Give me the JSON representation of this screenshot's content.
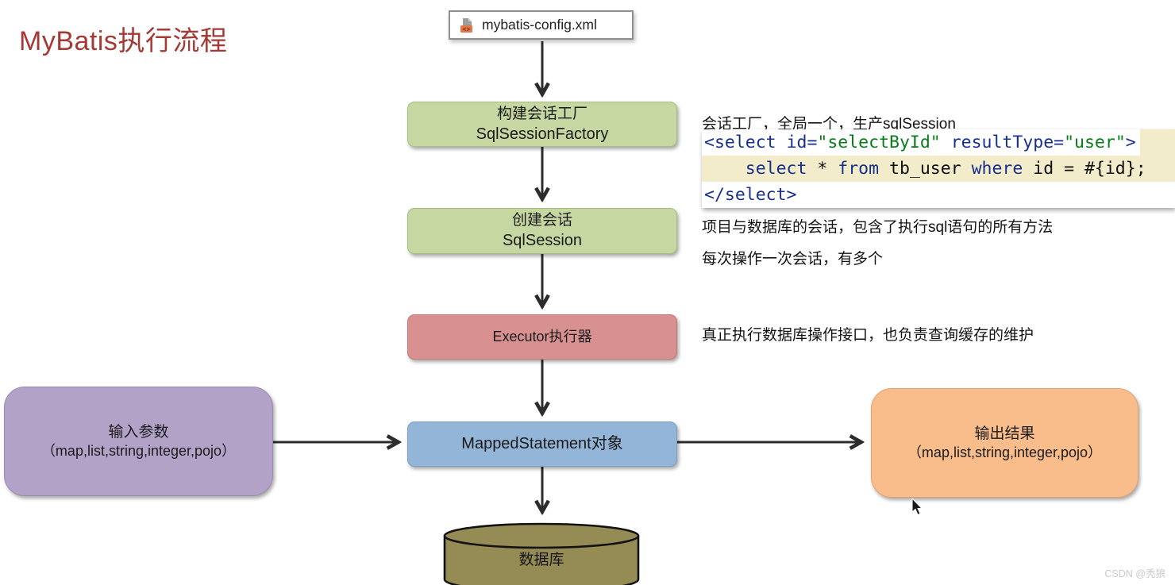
{
  "title": "MyBatis执行流程",
  "watermark": "CSDN @秃狼",
  "config_box": {
    "label": "mybatis-config.xml",
    "icon": "xml-file-icon"
  },
  "steps": {
    "factory": {
      "title": "构建会话工厂",
      "subtitle": "SqlSessionFactory"
    },
    "session": {
      "title": "创建会话",
      "subtitle": "SqlSession"
    },
    "executor": {
      "title": "Executor执行器"
    },
    "mapped": {
      "title": "MappedStatement对象"
    }
  },
  "input_box": {
    "title": "输入参数",
    "subtitle": "（map,list,string,integer,pojo）"
  },
  "output_box": {
    "title": "输出结果",
    "subtitle": "（map,list,string,integer,pojo）"
  },
  "database": {
    "label": "数据库"
  },
  "annotations": {
    "factory": "会话工厂，全局一个，生产sqlSession",
    "session1": "项目与数据库的会话，包含了执行sql语句的所有方法",
    "session2": "每次操作一次会话，有多个",
    "executor": "真正执行数据库操作接口，也负责查询缓存的维护"
  },
  "code": {
    "l1t1": "<select ",
    "l1t2": "id=",
    "l1t3": "\"selectById\"",
    "l1t4": " resultType=",
    "l1t5": "\"user\"",
    "l1t6": ">",
    "l2t1": "    select",
    "l2t2": " * ",
    "l2t3": "from",
    "l2t4": " tb_user ",
    "l2t5": "where",
    "l2t6": " id = #{id};",
    "l3t1": "</select>"
  },
  "colors": {
    "title_red": "#a43a35",
    "step_green": "#c6d7a2",
    "step_red": "#d99090",
    "step_blue": "#92b5d8",
    "input_purple": "#b3a2c7",
    "output_orange": "#f9bd8b",
    "db_olive": "#958b54",
    "code_highlight": "#f3ecca",
    "code_keyword": "#17308f",
    "code_string": "#067d17"
  }
}
